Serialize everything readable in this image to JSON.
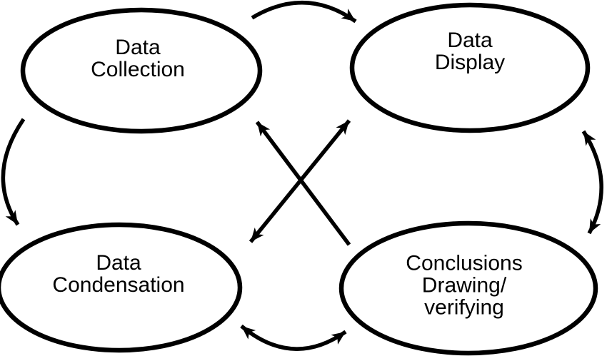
{
  "diagram": {
    "type": "cycle-flow-diagram",
    "background": "#ffffff",
    "stroke_color": "#000000",
    "text_color": "#000000"
  },
  "nodes": [
    {
      "id": "data-collection",
      "label": "Data\nCollection"
    },
    {
      "id": "data-display",
      "label": "Data\nDisplay"
    },
    {
      "id": "data-condensation",
      "label": "Data\nCondensation"
    },
    {
      "id": "conclusions",
      "label": "Conclusions\nDrawing/\nverifying"
    }
  ],
  "edges": [
    {
      "from": "data-collection",
      "to": "data-display",
      "direction": "one-way",
      "style": "curved"
    },
    {
      "from": "data-collection",
      "to": "data-condensation",
      "direction": "one-way",
      "style": "curved"
    },
    {
      "from": "data-display",
      "to": "conclusions",
      "direction": "two-way",
      "style": "curved"
    },
    {
      "from": "data-condensation",
      "to": "conclusions",
      "direction": "two-way",
      "style": "curved"
    },
    {
      "from": "data-condensation",
      "to": "data-display",
      "direction": "two-way",
      "style": "straight-diagonal"
    },
    {
      "from": "conclusions",
      "to": "data-collection",
      "direction": "one-way",
      "style": "straight-diagonal"
    }
  ]
}
